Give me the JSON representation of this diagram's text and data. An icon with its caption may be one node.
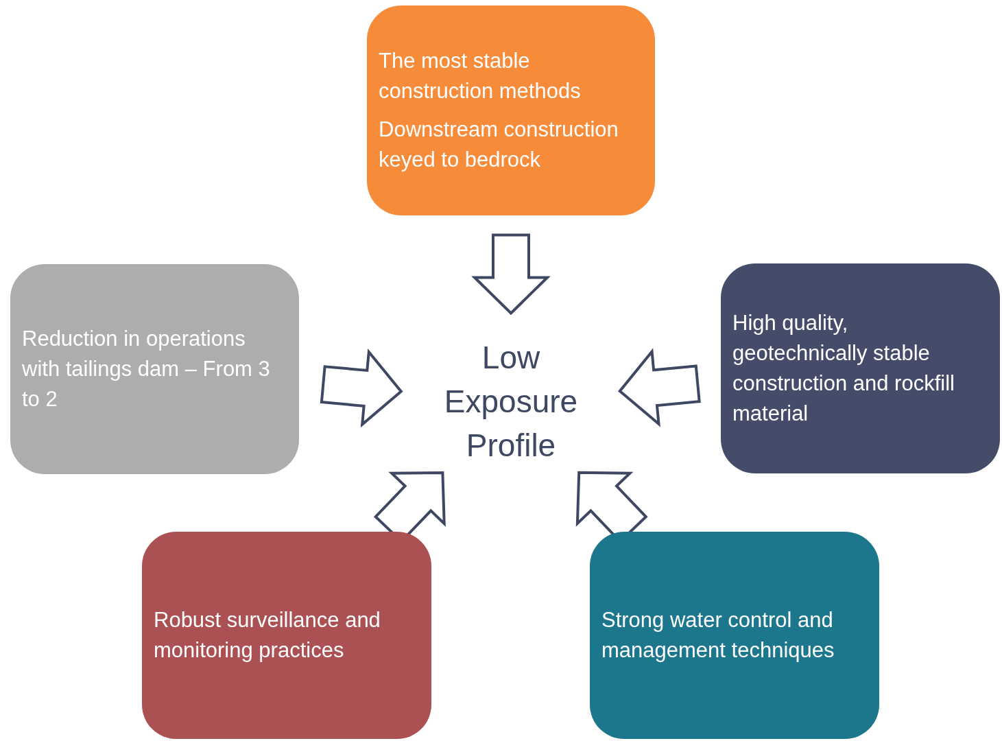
{
  "diagram": {
    "nodes": [
      {
        "text": [
          "The most stable construction methods",
          "Downstream construction keyed to bedrock"
        ]
      },
      {
        "text": [
          "Reduction in operations with tailings dam – From 3 to 2"
        ]
      },
      {
        "text": [
          "Low Exposure Profile"
        ]
      },
      {
        "text": [
          "High quality, geotechnically stable construction and rockfill material"
        ]
      },
      {
        "text": [
          "Robust surveillance and monitoring practices"
        ]
      },
      {
        "text": [
          "Strong water control and management techniques"
        ]
      }
    ],
    "edges": [
      {
        "from": 0,
        "to": 2,
        "arrow": "to"
      },
      {
        "from": 1,
        "to": 2,
        "arrow": "to"
      },
      {
        "from": 3,
        "to": 2,
        "arrow": "to"
      },
      {
        "from": 4,
        "to": 2,
        "arrow": "to"
      },
      {
        "from": 5,
        "to": 2,
        "arrow": "to"
      }
    ]
  }
}
